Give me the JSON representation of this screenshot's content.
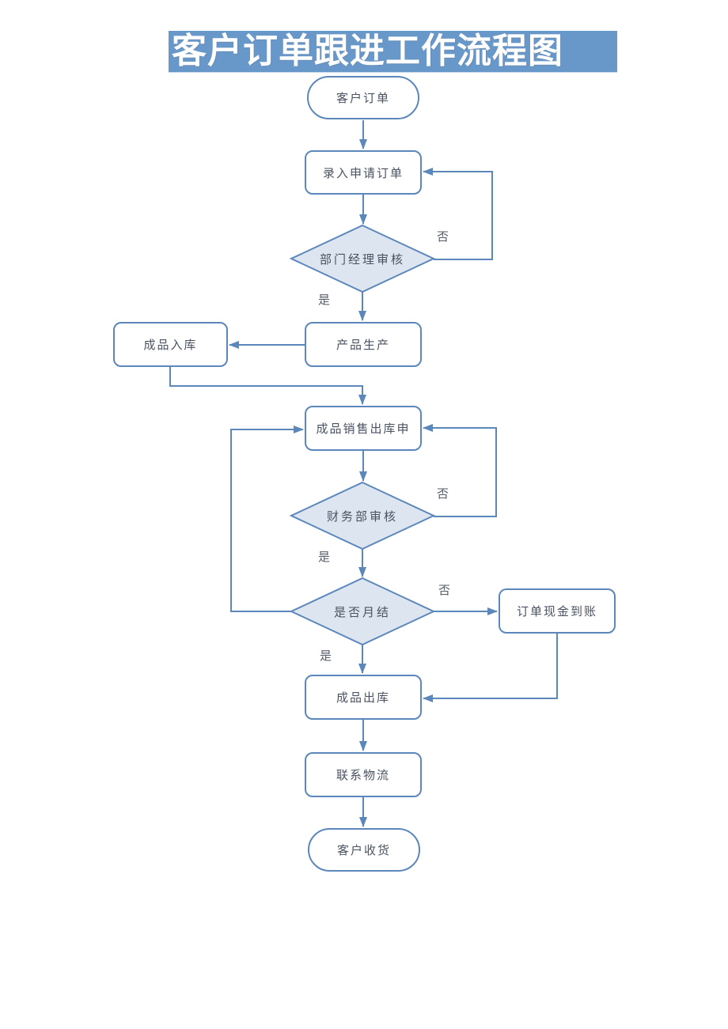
{
  "title": "客户订单跟进工作流程图",
  "flowchart": {
    "nodes": [
      {
        "id": "customer-order",
        "type": "terminator",
        "label": "客户订单"
      },
      {
        "id": "enter-order",
        "type": "process",
        "label": "录入申请订单"
      },
      {
        "id": "manager-review",
        "type": "decision",
        "label": "部门经理审核"
      },
      {
        "id": "goods-warehouse-in",
        "type": "process",
        "label": "成品入库"
      },
      {
        "id": "product-production",
        "type": "process",
        "label": "产品生产"
      },
      {
        "id": "sales-outbound-apply",
        "type": "process",
        "label": "成品销售出库申"
      },
      {
        "id": "finance-review",
        "type": "decision",
        "label": "财务部审核"
      },
      {
        "id": "monthly-settlement",
        "type": "decision",
        "label": "是否月结"
      },
      {
        "id": "order-cash-received",
        "type": "process",
        "label": "订单现金到账"
      },
      {
        "id": "goods-outbound",
        "type": "process",
        "label": "成品出库"
      },
      {
        "id": "contact-logistics",
        "type": "process",
        "label": "联系物流"
      },
      {
        "id": "customer-receive",
        "type": "terminator",
        "label": "客户收货"
      }
    ],
    "edge_labels": {
      "yes": "是",
      "no": "否"
    },
    "colors": {
      "title_bar": "#6897c9",
      "title_text": "#ffffff",
      "shape_border": "#5b87bb",
      "connector_line": "#5b87bb",
      "decision_fill": "#dde5f0",
      "node_fill": "#ffffff",
      "node_text": "#4a5261",
      "background": "#ffffff"
    }
  }
}
